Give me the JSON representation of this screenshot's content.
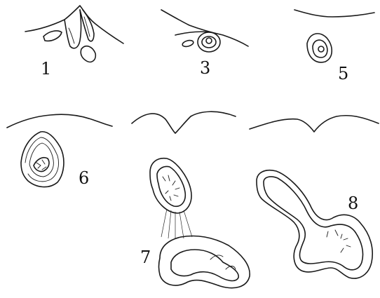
{
  "labels": {
    "s1": "1",
    "s3": "3",
    "s5": "5",
    "s6": "6",
    "s7": "7",
    "s8": "8"
  },
  "colors": {
    "ink": "#1a1a1a",
    "paper": "#ffffff"
  }
}
